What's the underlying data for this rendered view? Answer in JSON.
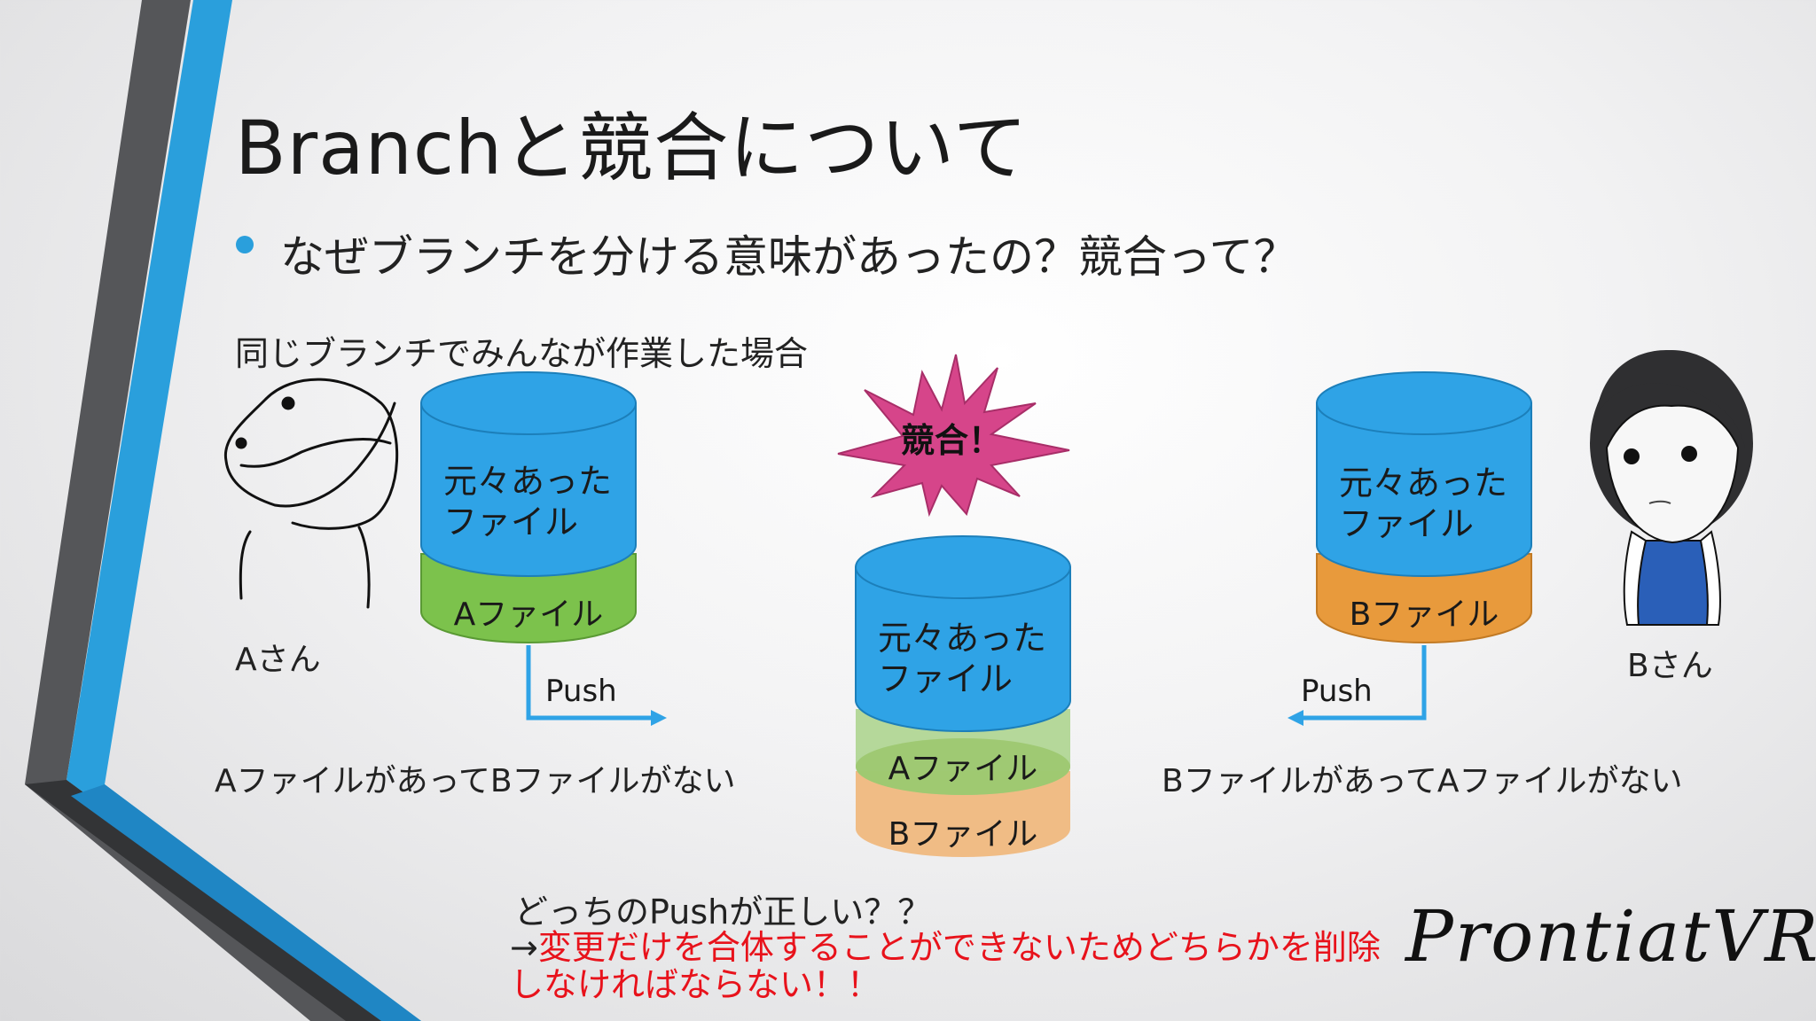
{
  "slide": {
    "title": "Branchと競合について",
    "bullet": "なぜブランチを分ける意味があったの？競合って？",
    "scenario_label": "同じブランチでみんなが作業した場合"
  },
  "person_a": {
    "name": "Aさん"
  },
  "person_b": {
    "name": "Bさん"
  },
  "stack_a": {
    "top_line1": "元々あった",
    "top_line2": "ファイル",
    "layer": "Aファイル",
    "push": "Push",
    "caption": "AファイルがあってBファイルがない"
  },
  "stack_b": {
    "top_line1": "元々あった",
    "top_line2": "ファイル",
    "layer": "Bファイル",
    "push": "Push",
    "caption": "BファイルがあってAファイルがない"
  },
  "stack_center": {
    "top_line1": "元々あった",
    "top_line2": "ファイル",
    "layer_a": "Aファイル",
    "layer_b": "Bファイル"
  },
  "clash": {
    "label": "競合！"
  },
  "footer": {
    "question": "どっちのPushが正しい？？",
    "arrow": "→",
    "conclusion_line1": "変更だけを合体することができないためどちらかを削除",
    "conclusion_line2": "しなければならない！！"
  },
  "logo": {
    "text": "ProntiatVR"
  },
  "colors": {
    "accent_blue": "#2a9fdc",
    "cyl_blue": "#2fa3e6",
    "layer_green": "#7cc24c",
    "layer_orange": "#e89a3c",
    "clash_pink": "#d6458a",
    "warning_red": "#e8121b"
  }
}
